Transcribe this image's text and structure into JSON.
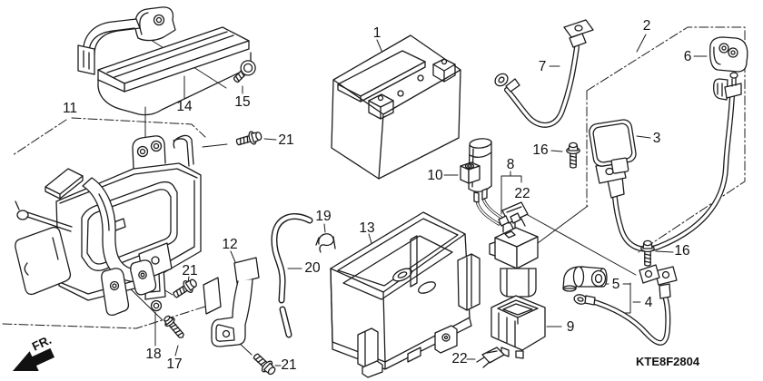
{
  "drawing_code": "KTE8F2804",
  "direction_indicator": "FR.",
  "part_labels": [
    "1",
    "2",
    "3",
    "4",
    "5",
    "6",
    "7",
    "8",
    "9",
    "10",
    "11",
    "12",
    "13",
    "14",
    "15",
    "16",
    "16",
    "17",
    "18",
    "19",
    "20",
    "21",
    "21",
    "21",
    "22",
    "22"
  ]
}
